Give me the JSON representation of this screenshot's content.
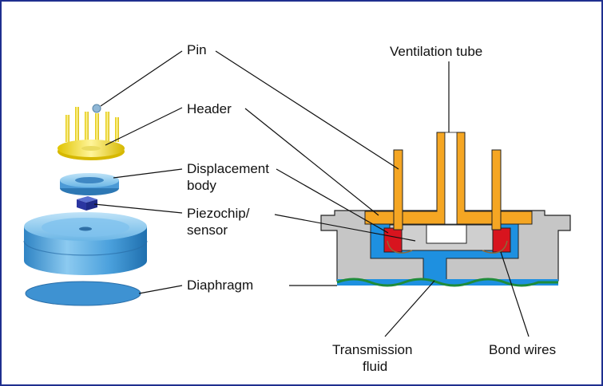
{
  "labels": {
    "pin": "Pin",
    "header": "Header",
    "displacement_line1": "Displacement",
    "displacement_line2": "body",
    "piezo_line1": "Piezochip/",
    "piezo_line2": "sensor",
    "diaphragm": "Diaphragm",
    "ventilation_tube": "Ventilation tube",
    "transmission_line1": "Transmission",
    "transmission_line2": "fluid",
    "bond_wires": "Bond wires"
  },
  "colors": {
    "frame": "#1f2f8f",
    "header_orange": "#f5a623",
    "housing_gray": "#c8c8c8",
    "fluid_blue": "#1e90e0",
    "piezo_red": "#d8141e",
    "diaphragm_green": "#1f8c3a",
    "metal_blue": "#5aaee0",
    "pin_yellow": "#f2e04a"
  }
}
